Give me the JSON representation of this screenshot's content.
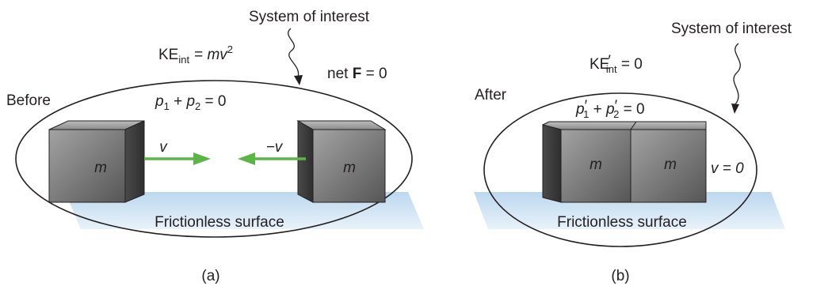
{
  "colors": {
    "surface": "#cfe3f2",
    "arrow": "#5bb645",
    "block_front_light": "#9a9a9a",
    "block_front_dark": "#5c5c5c",
    "block_side": "#3b3b3b",
    "outline": "#231f20"
  },
  "panel_a": {
    "caption": "(a)",
    "stage_label": "Before",
    "system_label": "System of interest",
    "ke": {
      "main": "KE",
      "sub": "int",
      "rhs_eq": "= ",
      "rhs_m": "mv",
      "rhs_exp": "2"
    },
    "net_force": {
      "net": "net ",
      "F": "F",
      "rhs": " = 0"
    },
    "momentum": {
      "p": "p",
      "s1": "1",
      "plus": " + ",
      "s2": "2",
      "rhs": " = 0"
    },
    "left_block_label": "m",
    "right_block_label": "m",
    "left_velocity": "v",
    "right_velocity": "−v",
    "surface_label": "Frictionless surface"
  },
  "panel_b": {
    "caption": "(b)",
    "stage_label": "After",
    "system_label": "System of interest",
    "ke": {
      "main": "KE",
      "prime": "′",
      "sub": "int",
      "rhs": " = 0"
    },
    "momentum": {
      "p": "p",
      "prime": "′",
      "s1": "1",
      "plus": " + ",
      "s2": "2",
      "rhs": " = 0"
    },
    "left_block_label": "m",
    "right_block_label": "m",
    "velocity_label": "v = 0",
    "surface_label": "Frictionless surface"
  }
}
